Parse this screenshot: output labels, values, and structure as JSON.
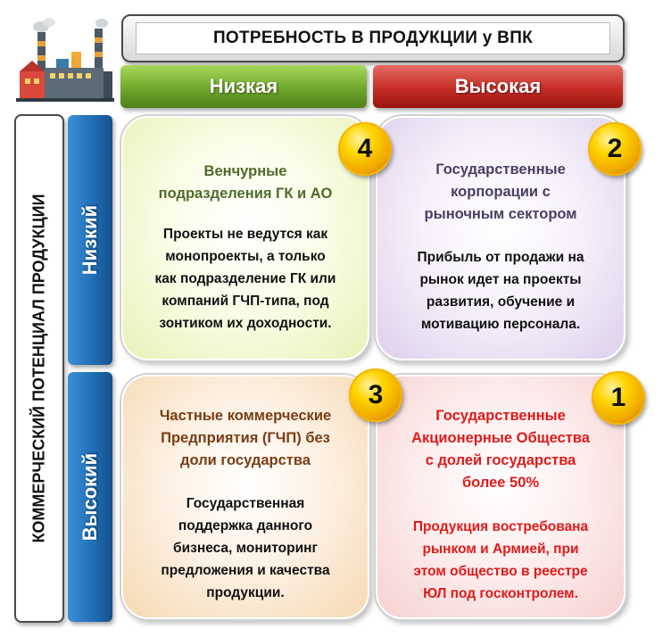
{
  "header": {
    "title": "ПОТРЕБНОСТЬ В ПРОДУКЦИИ у ВПК"
  },
  "columns": {
    "low": "Низкая",
    "high": "Высокая"
  },
  "side_axis": {
    "label": "КОММЕРЧЕСКИЙ ПОТЕНЦИАЛ ПРОДУКЦИИ"
  },
  "rows": {
    "low": "Низкий",
    "high": "Высокий"
  },
  "cells": {
    "c4": {
      "number": "4",
      "title": [
        "Венчурные",
        "подразделения ГК и АО"
      ],
      "text": [
        "Проекты не ведутся как",
        "монопроекты, а только",
        "как подразделение ГК или",
        "компаний ГЧП-типа, под",
        "зонтиком их доходности."
      ]
    },
    "c2": {
      "number": "2",
      "title": [
        "Государственные",
        "корпорации с",
        "рыночным сектором"
      ],
      "text": [
        "Прибыль от продажи на",
        "рынок идет на проекты",
        "развития, обучение и",
        "мотивацию персонала."
      ]
    },
    "c3": {
      "number": "3",
      "title": [
        "Частные коммерческие",
        "Предприятия (ГЧП) без",
        "доли государства"
      ],
      "text": [
        "Государственная",
        "поддержка данного",
        "бизнеса, мониторинг",
        "предложения и качества",
        "продукции."
      ]
    },
    "c1": {
      "number": "1",
      "title": [
        "Государственные",
        "Акционерные Общества",
        "с долей государства",
        "более 50%"
      ],
      "text": [
        "Продукция востребована",
        "рынком и Армией, при",
        "этом общество в реестре",
        "ЮЛ под госконтролем."
      ]
    }
  },
  "colors": {
    "col_low": "#6fa72c",
    "col_high": "#c52d25",
    "row_head": "#1f6cb3",
    "badge": "#ffc400",
    "c1_text": "#e11a1a"
  },
  "icons": {
    "logo": "factory-icon"
  }
}
